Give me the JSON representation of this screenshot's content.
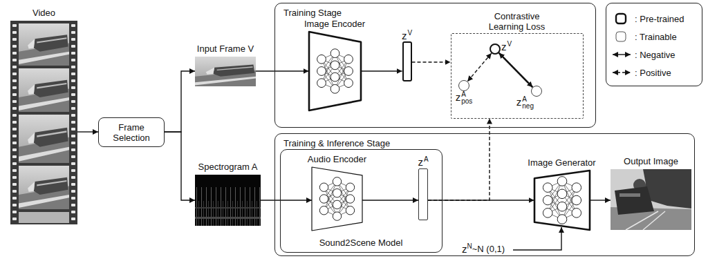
{
  "diagram": {
    "nodes": [
      {
        "text": [
          "Video"
        ]
      },
      {
        "text": [
          "Frame Selection"
        ]
      },
      {
        "text": [
          "Input Frame V"
        ]
      },
      {
        "text": [
          "Spectrogram A"
        ]
      },
      {
        "text": [
          "Training Stage"
        ]
      },
      {
        "text": [
          "Image Encoder"
        ],
        "in": 4
      },
      {
        "text": [
          "z",
          "V"
        ],
        "in": 4
      },
      {
        "text": [
          "Contrastive Learning Loss"
        ],
        "in": 4
      },
      {
        "text": [
          "z",
          "V"
        ],
        "in": 7
      },
      {
        "text": [
          "z",
          "A",
          "pos"
        ],
        "in": 7
      },
      {
        "text": [
          "z",
          "A",
          "neg"
        ],
        "in": 7
      },
      {
        "text": [
          "Training & Inference Stage"
        ]
      },
      {
        "text": [
          "Sound2Scene Model"
        ],
        "in": 11
      },
      {
        "text": [
          "Audio Encoder"
        ],
        "in": 12
      },
      {
        "text": [
          "z",
          "A"
        ],
        "in": 12
      },
      {
        "text": [
          "Image Generator"
        ],
        "in": 11
      },
      {
        "text": [
          "Output Image"
        ]
      }
    ],
    "edges": [
      {
        "from": 0,
        "to": 1,
        "arrow": "to"
      },
      {
        "from": 1,
        "to": 2,
        "arrow": "to"
      },
      {
        "from": 1,
        "to": 3,
        "arrow": "to"
      },
      {
        "from": 2,
        "to": 5,
        "arrow": "to"
      },
      {
        "from": 5,
        "to": 6,
        "arrow": "to"
      },
      {
        "from": 6,
        "to": 7,
        "arrow": "to"
      },
      {
        "from": 3,
        "to": 13,
        "arrow": "to"
      },
      {
        "from": 13,
        "to": 14,
        "arrow": "to"
      },
      {
        "from": 14,
        "to": 15,
        "arrow": "to"
      },
      {
        "from": 14,
        "to": 7,
        "arrow": "to"
      },
      {
        "from": 15,
        "to": 16,
        "arrow": "to"
      },
      {
        "from": 8,
        "to": 9,
        "arrow": "both"
      },
      {
        "from": 8,
        "to": 10,
        "arrow": "both"
      }
    ],
    "labels": [
      "z",
      "N",
      "~N (0,1)"
    ],
    "legend": [
      {
        "text": ": Pre-trained"
      },
      {
        "text": ": Trainable"
      },
      {
        "text": ": Negative"
      },
      {
        "text": ": Positive"
      }
    ]
  }
}
